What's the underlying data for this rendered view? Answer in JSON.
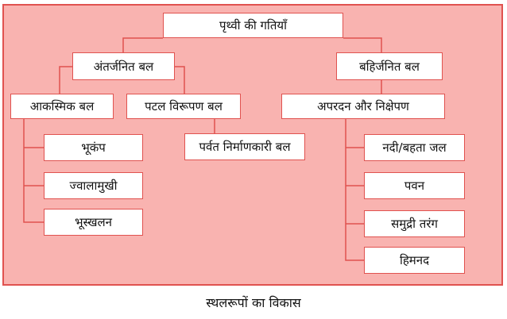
{
  "diagram": {
    "root": "पृथ्वी की गतियाँ",
    "endogenic": {
      "label": "अंतर्जनित बल",
      "sudden": {
        "label": "आकस्मिक बल",
        "children": [
          "भूकंप",
          "ज्वालामुखी",
          "भूस्खलन"
        ]
      },
      "diastrophic": {
        "label": "पटल विरूपण बल",
        "children": [
          "पर्वत निर्माणकारी बल"
        ]
      }
    },
    "exogenic": {
      "label": "बहिर्जनित बल",
      "gradation": {
        "label": "अपरदन और निक्षेपण",
        "children": [
          "नदी/बहता जल",
          "पवन",
          "समुद्री तरंग",
          "हिमनद"
        ]
      }
    }
  },
  "caption": "स्थलरूपों का विकास",
  "colors": {
    "panel_fill": "#f9b3b0",
    "border": "#e0524f",
    "box_fill": "#ffffff"
  }
}
